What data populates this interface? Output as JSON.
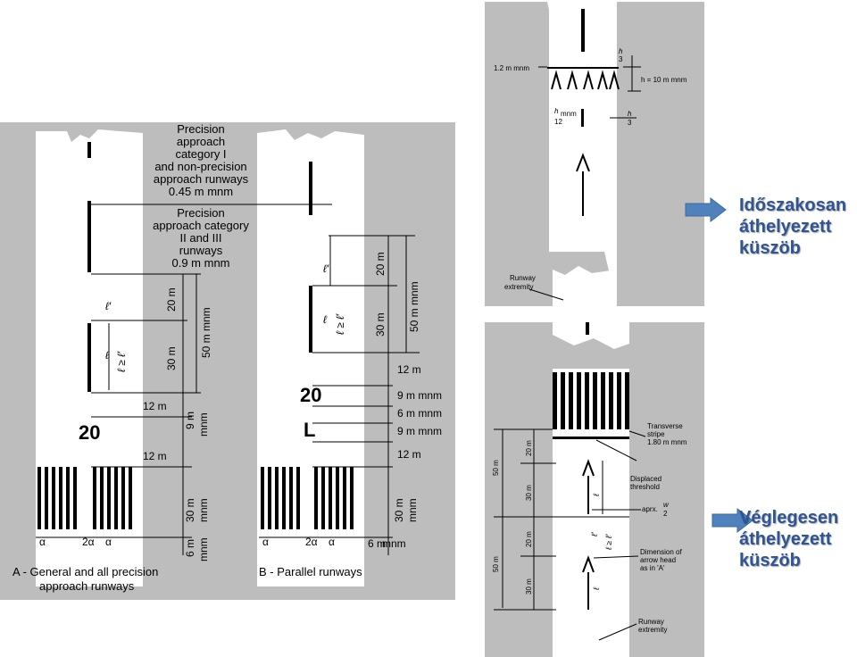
{
  "left_panel": {
    "cat1_note": [
      "Precision",
      "approach",
      "category I",
      "and non-precision",
      "approach runways",
      "0.45 m mnm"
    ],
    "cat2_note": [
      "Precision",
      "approach category",
      "II and III",
      "runways",
      "0.9 m mnm"
    ],
    "dims_a": [
      "20 m",
      "30 m",
      "50 m mnm",
      "12 m",
      "9 m",
      "mnm",
      "12 m",
      "30 m",
      "mnm",
      "6 m",
      "mnm"
    ],
    "dims_b": [
      "20 m",
      "30 m",
      "50 m mnm",
      "12 m",
      "9 m mnm",
      "6 m mnm",
      "9 m mnm",
      "12 m",
      "30 m",
      "mnm",
      "6 m",
      "mnm"
    ],
    "designator_a": "20",
    "designator_b1": "20",
    "designator_b2": "L",
    "l_prime": "ℓ′",
    "l_ineq": "ℓ ≥ ℓ′",
    "l": "ℓ",
    "alpha": "α",
    "two_alpha": "2α",
    "caption_a": [
      "A - General and all precision",
      "approach runways"
    ],
    "caption_b": "B - Parallel runways"
  },
  "top_right": {
    "dim_1_2": "1.2 m mnm",
    "dim_h": "h = 10 m mnm",
    "frac_h12_num": "h",
    "frac_h12_unit": "mnm",
    "frac_h12_den": "12",
    "frac_h3_num": "h",
    "frac_h3_den": "3",
    "runway_extremity": [
      "Runway",
      "extremity"
    ]
  },
  "bottom_right": {
    "transverse": [
      "Transverse",
      "stripe",
      "1.80 m mnm"
    ],
    "displaced": [
      "Displaced",
      "threshold"
    ],
    "aprx": "aprx.",
    "w_frac_num": "w",
    "w_frac_den": "2",
    "dim_arrow": [
      "Dimension of",
      "arrow head",
      "as in 'A'"
    ],
    "runway_extremity": [
      "Runway",
      "extremity"
    ],
    "dims": [
      "50 m",
      "20 m",
      "30 m",
      "50 m",
      "20 m",
      "30 m"
    ],
    "l_prime": "ℓ′",
    "l_ineq": "ℓ ≥ ℓ′",
    "l": "ℓ"
  },
  "labels": {
    "temporary": [
      "Időszakosan",
      "áthelyezett",
      "küszöb"
    ],
    "permanent": [
      "Véglegesen",
      "áthelyezett",
      "küszöb"
    ]
  },
  "colors": {
    "gray": "#bdbdbd",
    "blue_arrow": "#4f81bd",
    "label_blue": "#2f5597"
  }
}
